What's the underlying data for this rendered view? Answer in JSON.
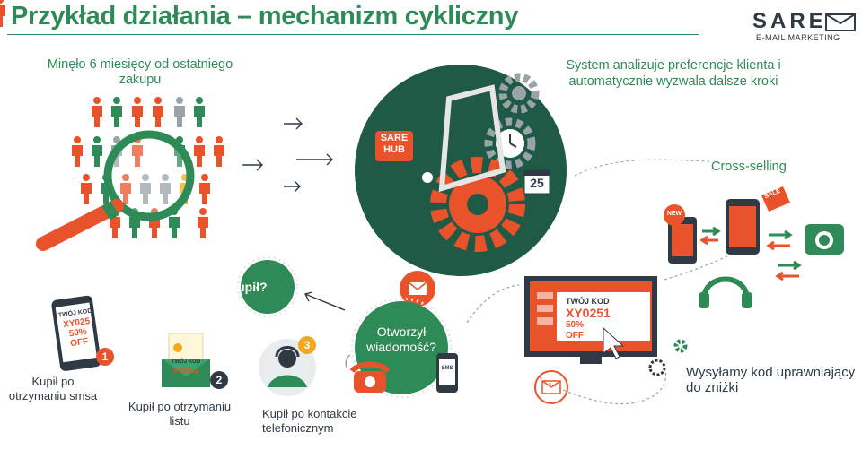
{
  "title": "Przykład działania – mechanizm cykliczny",
  "logo": {
    "word": "SARE",
    "subtitle": "E-MAIL MARKETING"
  },
  "left_caption": "Minęło 6 miesięcy od ostatniego zakupu",
  "right_caption": "System analizuje preferencje klienta i automatycznie wyzwala dalsze kroki",
  "hub_label": "SARE HUB",
  "calendar_day": "25",
  "cross_selling": "Cross-selling",
  "sale_tag": "SALE",
  "new_tag": "NEW",
  "steps": {
    "kupil_question": "Kupił?",
    "otworzyl_question": "Otworzył wiadomość?",
    "step1": {
      "number": "1",
      "label": "Kupił po otrzymaniu smsa"
    },
    "step2": {
      "number": "2",
      "label": "Kupił po otrzymaniu listu"
    },
    "step3": {
      "number": "3",
      "label": "Kupił po kontakcie telefonicznym"
    },
    "final": "Wysyłamy kod uprawniający do zniżki"
  },
  "coupon": {
    "header": "TWÓJ KOD",
    "code": "XY0251",
    "discount": "50%",
    "off": "OFF"
  },
  "coupon_phone": {
    "header": "TWÓJ KOD",
    "code": "XY025",
    "discount": "50%",
    "off": "OFF"
  },
  "sms_label": "SMS",
  "colors": {
    "green": "#2e8b57",
    "dark_green": "#1e5a45",
    "orange": "#e8532b",
    "amber": "#f3a81c",
    "gray": "#9aa3a8"
  }
}
